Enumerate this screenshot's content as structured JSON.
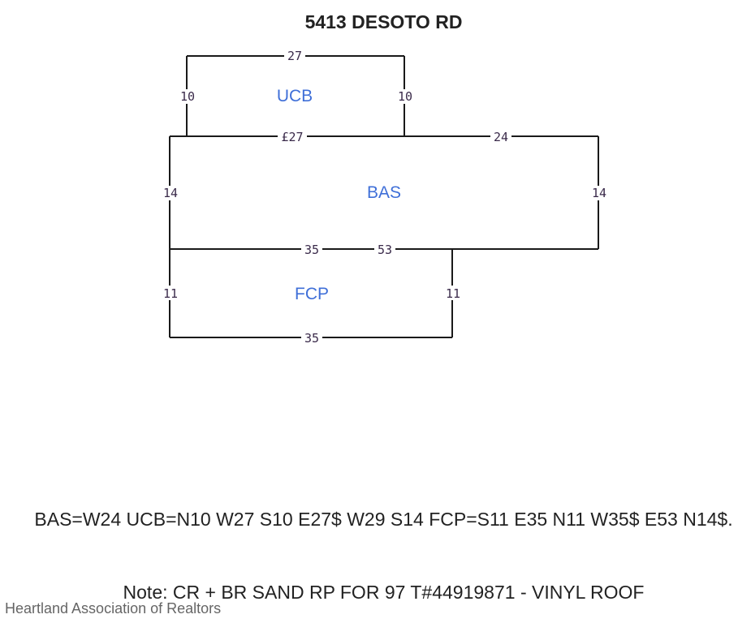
{
  "title": "5413 DESOTO RD",
  "areas": {
    "ucb": "UCB",
    "bas": "BAS",
    "fcp": "FCP"
  },
  "dimensions": {
    "ucb_top": "27",
    "ucb_left": "10",
    "ucb_right": "10",
    "ucb_bottom": "£27",
    "bas_top_right": "24",
    "bas_left": "14",
    "bas_right": "14",
    "bas_bottom_left": "35",
    "bas_bottom_mid": "53",
    "fcp_left": "11",
    "fcp_right": "11",
    "fcp_bottom": "35"
  },
  "calc_text": "BAS=W24 UCB=N10 W27 S10 E27$ W29 S14 FCP=S11 E35 N11 W35$ E53 N14$.",
  "note_text": "Note: CR + BR SAND RP FOR 97 T#44919871 - VINYL ROOF",
  "watermark": "Heartland Association of Realtors",
  "colors": {
    "area_label": "#3f6fd8",
    "lines": "#1a1a1a"
  }
}
